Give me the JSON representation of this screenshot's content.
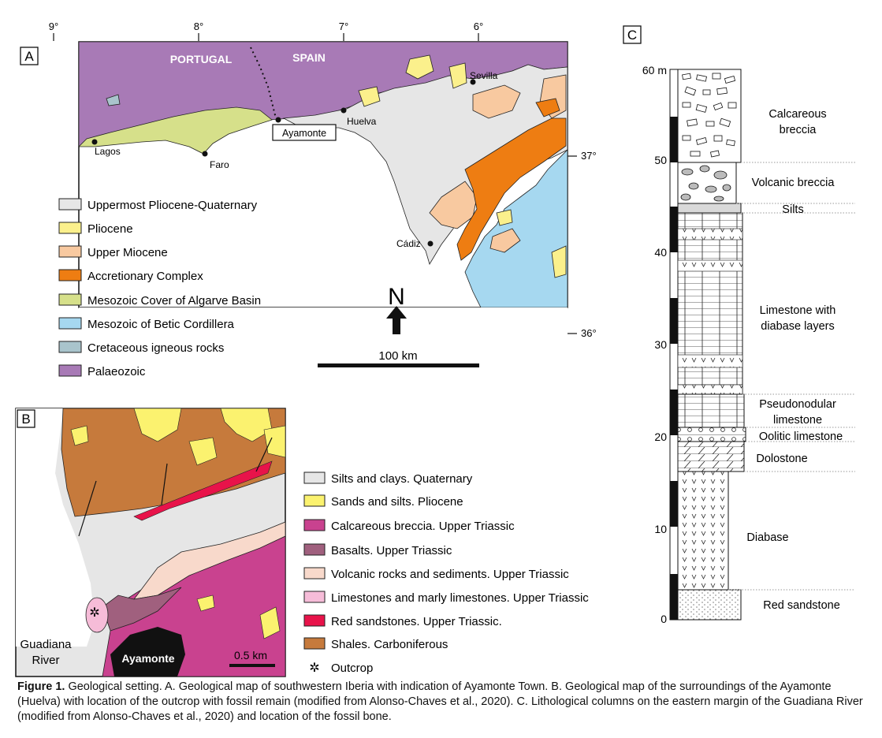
{
  "panelA": {
    "label": "A",
    "lon_ticks": [
      "9°",
      "8°",
      "7°",
      "6°"
    ],
    "lat_ticks": [
      "37°",
      "36°"
    ],
    "countries": [
      "PORTUGAL",
      "SPAIN"
    ],
    "cities": [
      "Sevilla",
      "Ayamonte",
      "Huelva",
      "Lagos",
      "Faro",
      "Cádiz"
    ],
    "north": "N",
    "scale": "100 km",
    "legend": [
      {
        "label": "Uppermost Pliocene-Quaternary",
        "color": "#e6e6e6"
      },
      {
        "label": "Pliocene",
        "color": "#fbf08c"
      },
      {
        "label": "Upper Miocene",
        "color": "#f8c9a0"
      },
      {
        "label": "Accretionary Complex",
        "color": "#ee7d12"
      },
      {
        "label": "Mesozoic Cover of Algarve Basin",
        "color": "#d6e08a"
      },
      {
        "label": "Mesozoic of Betic Cordillera",
        "color": "#a6d8f0"
      },
      {
        "label": "Cretaceous igneous rocks",
        "color": "#a9c4cc"
      },
      {
        "label": "Palaeozoic",
        "color": "#a87ab6"
      }
    ]
  },
  "panelB": {
    "label": "B",
    "river": [
      "Guadiana",
      "River"
    ],
    "town": "Ayamonte",
    "scale": "0.5 km",
    "legend": [
      {
        "label": "Silts and clays. Quaternary",
        "color": "#e6e6e6"
      },
      {
        "label": "Sands and silts. Pliocene",
        "color": "#fbf26f"
      },
      {
        "label": "Calcareous breccia. Upper Triassic",
        "color": "#c9428f"
      },
      {
        "label": "Basalts. Upper Triassic",
        "color": "#a0607e"
      },
      {
        "label": "Volcanic rocks and sediments. Upper Triassic",
        "color": "#f8d9cb"
      },
      {
        "label": "Limestones and marly limestones. Upper Triassic",
        "color": "#f6bcd8"
      },
      {
        "label": "Red sandstones. Upper Triassic.",
        "color": "#e8134a"
      },
      {
        "label": "Shales. Carboniferous",
        "color": "#c67a3c"
      }
    ],
    "outcrop_label": "Outcrop"
  },
  "panelC": {
    "label": "C",
    "axis_top": "60 m",
    "axis_ticks": [
      "50",
      "40",
      "30",
      "20",
      "10",
      "0"
    ],
    "units": [
      {
        "lines": [
          "Calcareous",
          "breccia"
        ]
      },
      {
        "lines": [
          "Volcanic breccia"
        ]
      },
      {
        "lines": [
          "Silts"
        ]
      },
      {
        "lines": [
          "Limestone with",
          "diabase layers"
        ]
      },
      {
        "lines": [
          "Pseudonodular",
          "limestone"
        ]
      },
      {
        "lines": [
          "Oolitic limestone"
        ]
      },
      {
        "lines": [
          "Dolostone"
        ]
      },
      {
        "lines": [
          "Diabase"
        ]
      },
      {
        "lines": [
          "Red sandstone"
        ]
      }
    ]
  },
  "caption": {
    "bold": "Figure 1.",
    "text": " Geological setting. A. Geological map of southwestern Iberia with indication of Ayamonte Town. B. Geological map of the surroundings of the Ayamonte (Huelva) with location of the outcrop with fossil remain (modified from Alonso-Chaves et al., 2020). C. Lithological columns on the eastern margin of the Guadiana River (modified from Alonso-Chaves et al., 2020) and location of the fossil bone."
  }
}
